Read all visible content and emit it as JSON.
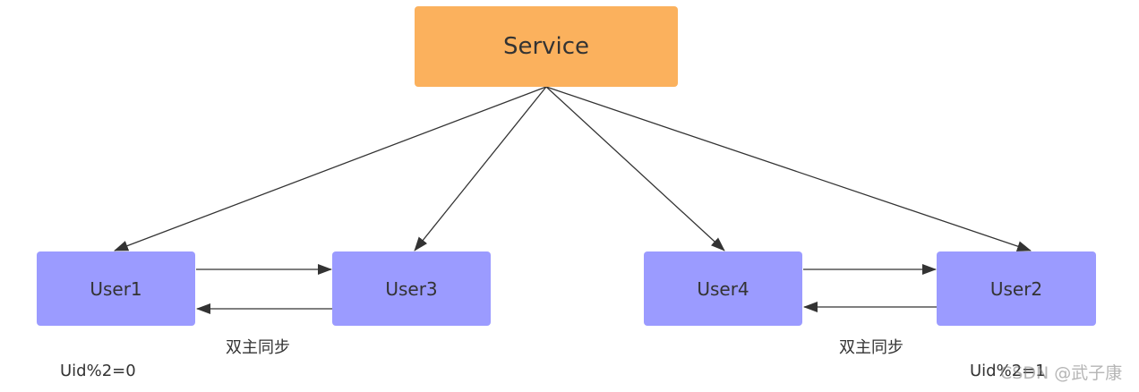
{
  "colors": {
    "service_fill": "#FBB15D",
    "user_fill": "#9B9BFF",
    "edge": "#333333"
  },
  "nodes": {
    "service": "Service",
    "user1": "User1",
    "user3": "User3",
    "user4": "User4",
    "user2": "User2"
  },
  "labels": {
    "sync_left": "双主同步",
    "sync_right": "双主同步",
    "uid_left": "Uid%2=0",
    "uid_right": "Uid%2=1"
  },
  "watermark": "CSDN @武子康"
}
